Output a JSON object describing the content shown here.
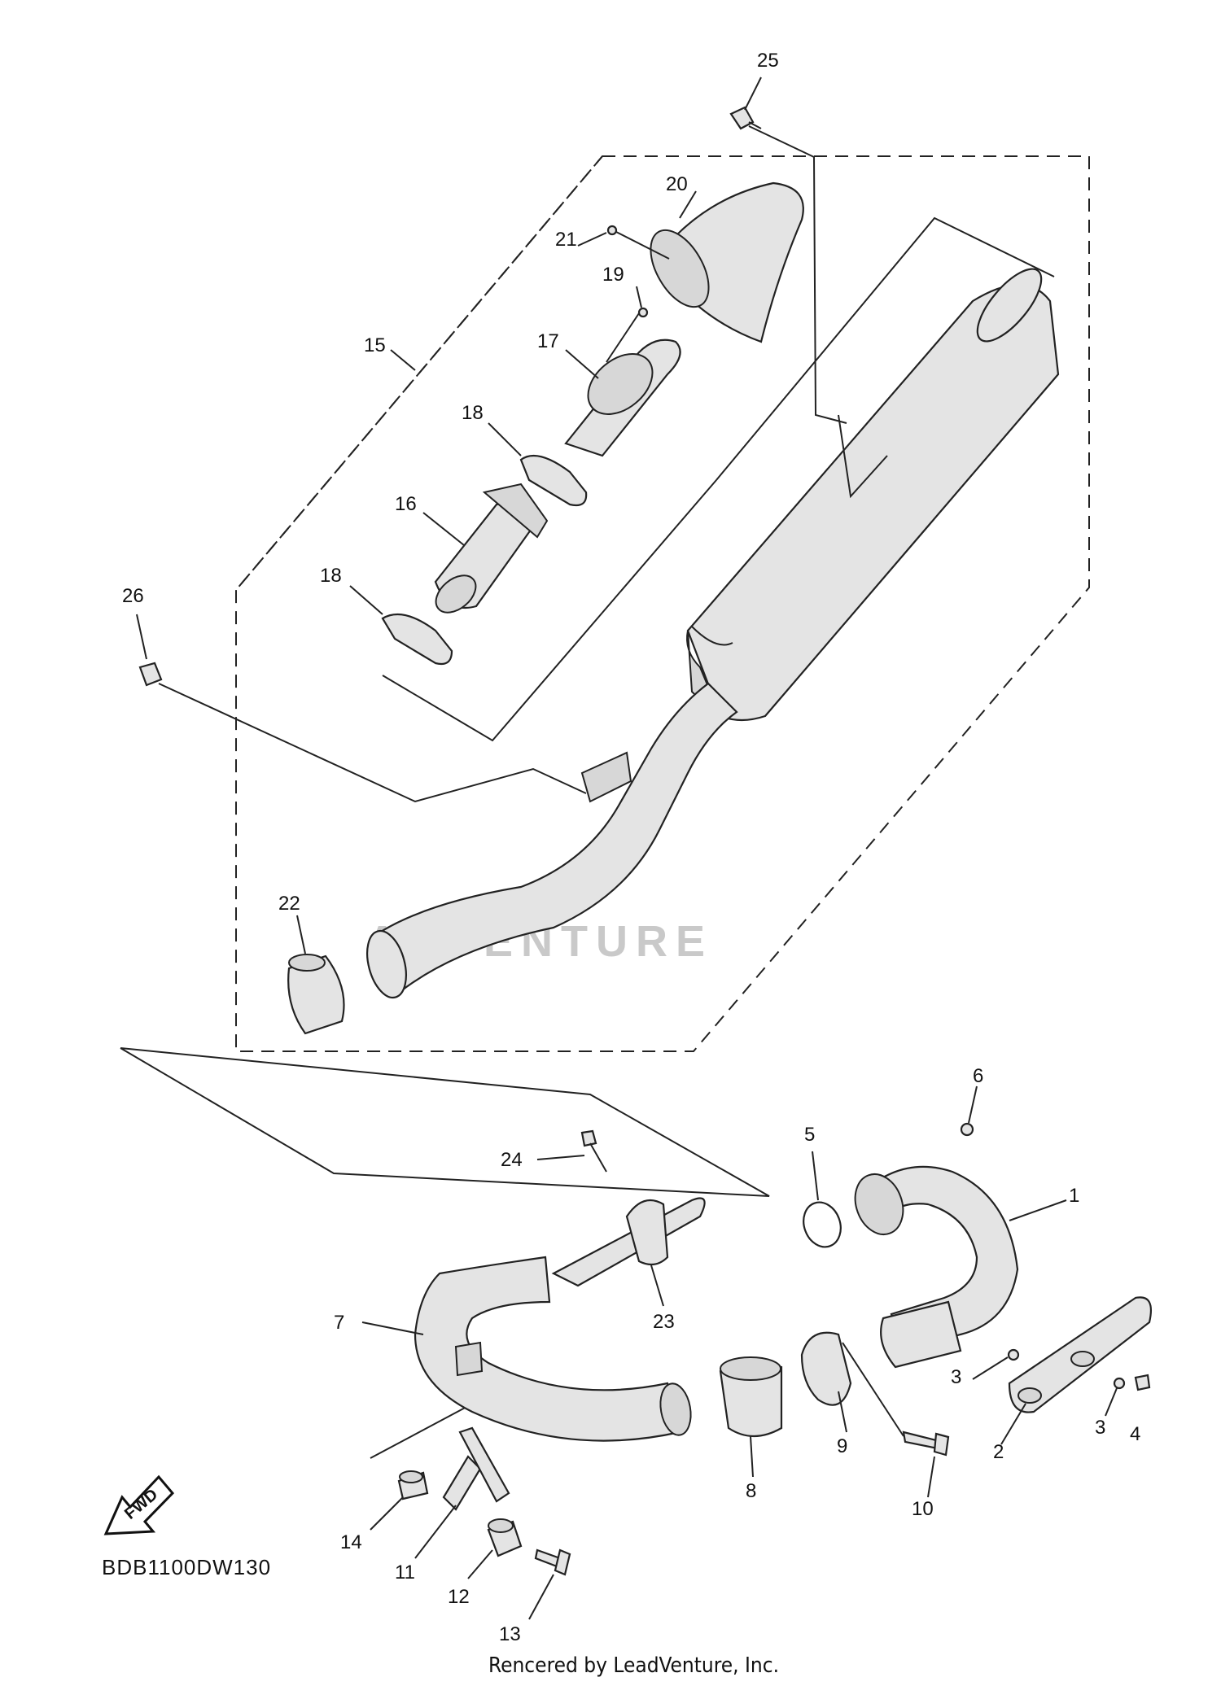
{
  "diagram_code": "BDB1100DW130",
  "footer_text": "Rencered by LeadVenture, Inc.",
  "watermark_text": "ADVENTURE",
  "fwd_label": "FWD",
  "callouts": [
    "1",
    "2",
    "3",
    "3",
    "4",
    "5",
    "6",
    "7",
    "8",
    "9",
    "10",
    "11",
    "12",
    "13",
    "14",
    "15",
    "16",
    "17",
    "18",
    "18",
    "19",
    "20",
    "21",
    "22",
    "23",
    "24",
    "25",
    "26"
  ]
}
